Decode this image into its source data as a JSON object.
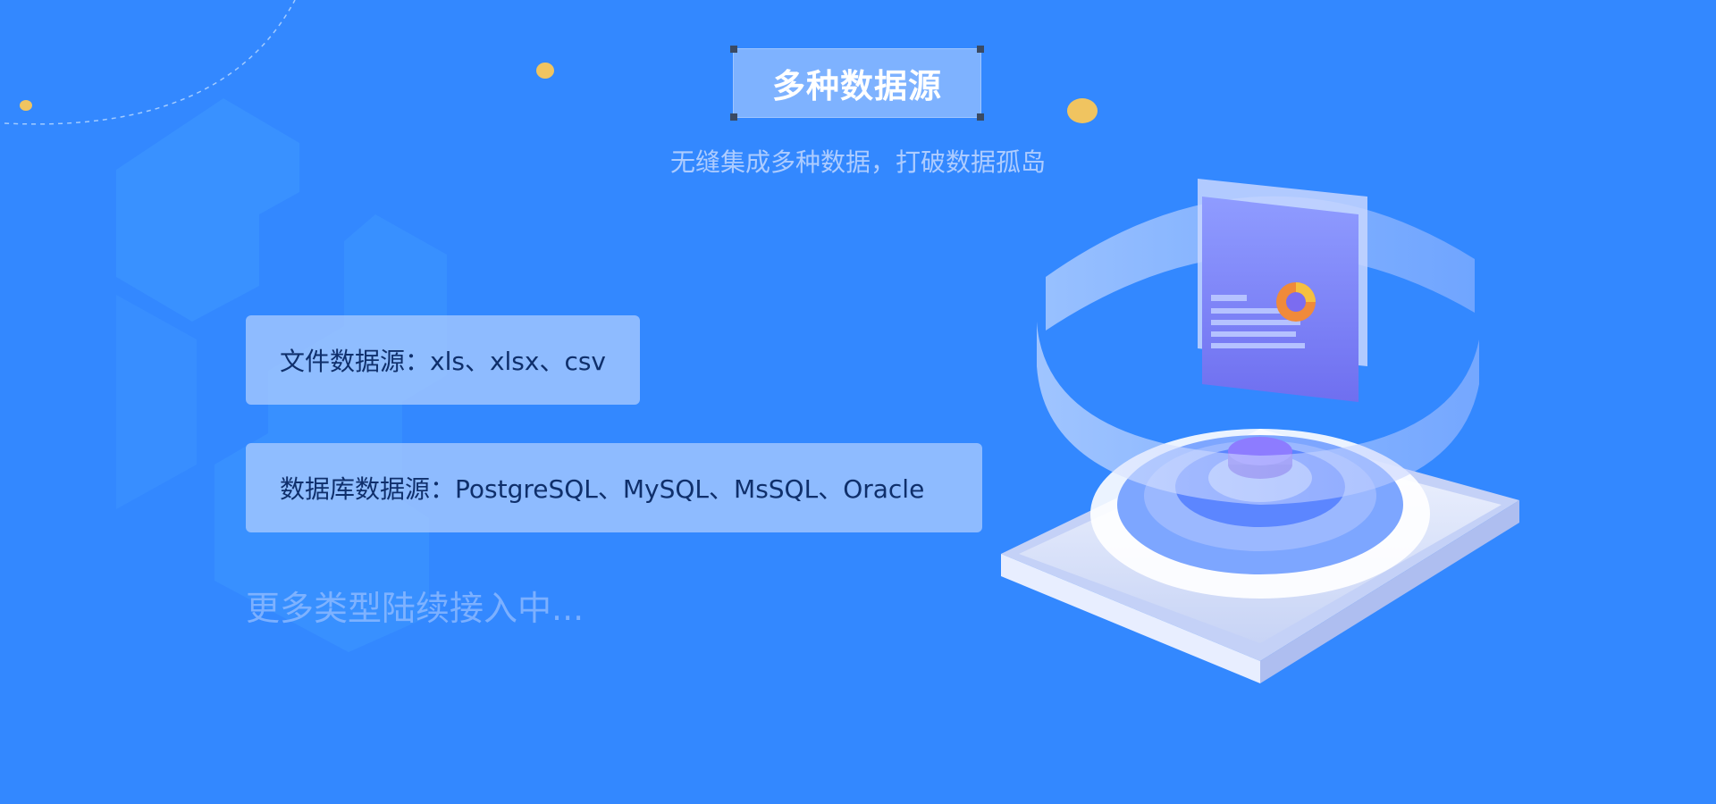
{
  "section": {
    "title": "多种数据源",
    "subtitle": "无缝集成多种数据，打破数据孤岛"
  },
  "features": [
    {
      "label": "文件数据源：xls、xlsx、csv"
    },
    {
      "label": "数据库数据源：PostgreSQL、MySQL、MsSQL、Oracle"
    }
  ],
  "more": "更多类型陆续接入中...",
  "colors": {
    "background": "#3388ff",
    "card": "#b2ceff",
    "card_text": "#0f2f6b",
    "accent_dot": "#f0c460",
    "title_text": "#ffffff"
  },
  "icons": {
    "illustration": "data-document-isometric-icon",
    "dots": "decorative-dot-icon"
  }
}
